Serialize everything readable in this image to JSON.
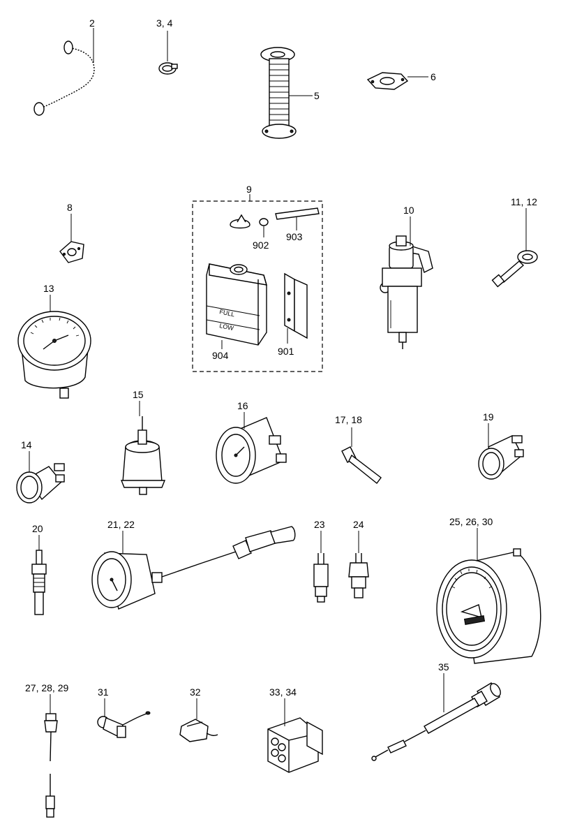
{
  "labels": {
    "p2": "2",
    "p3_4": "3, 4",
    "p5": "5",
    "p6": "6",
    "p8": "8",
    "p9": "9",
    "p902": "902",
    "p903": "903",
    "p904": "904",
    "p901": "901",
    "p10": "10",
    "p11_12": "11, 12",
    "p13": "13",
    "p14": "14",
    "p15": "15",
    "p16": "16",
    "p17_18": "17, 18",
    "p19": "19",
    "p20": "20",
    "p21_22": "21, 22",
    "p23": "23",
    "p24": "24",
    "p25_26_30": "25, 26, 30",
    "p27_28_29": "27, 28, 29",
    "p31": "31",
    "p32": "32",
    "p33_34": "33, 34",
    "p35": "35"
  },
  "tank_marks": {
    "full": "FULL",
    "low": "LOW"
  }
}
